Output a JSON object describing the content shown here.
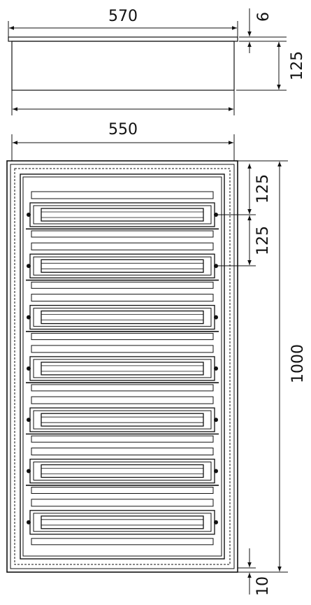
{
  "dimensions": {
    "top_width": "570",
    "top_thickness": "6",
    "top_depth": "125",
    "body_width": "550",
    "row_pitch_1": "125",
    "row_pitch_2": "125",
    "body_height": "1000",
    "bottom_offset": "10"
  },
  "rows": {
    "count": 7
  },
  "colors": {
    "line": "#111111",
    "background": "#ffffff"
  }
}
